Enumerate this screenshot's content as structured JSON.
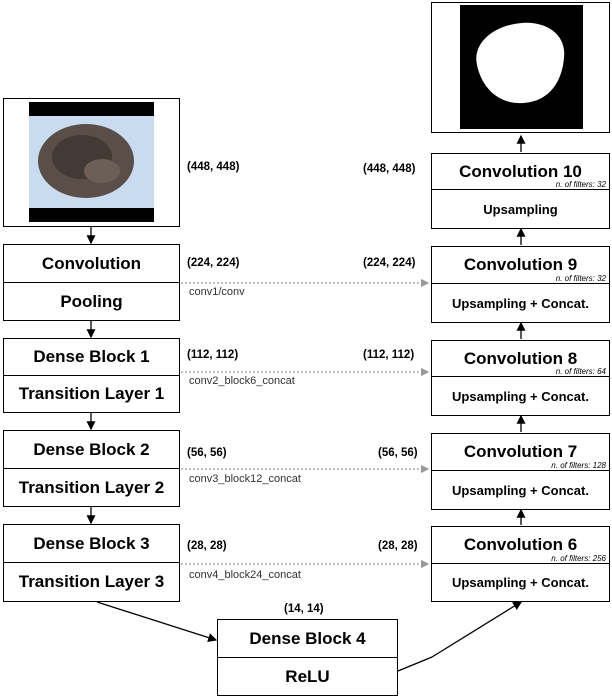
{
  "encoder": {
    "conv": "Convolution",
    "pool": "Pooling",
    "db1": "Dense Block 1",
    "tl1": "Transition Layer 1",
    "db2": "Dense Block 2",
    "tl2": "Transition Layer 2",
    "db3": "Dense Block 3",
    "tl3": "Transition Layer 3"
  },
  "bottleneck": {
    "db4": "Dense Block 4",
    "relu": "ReLU",
    "dim": "(14, 14)"
  },
  "decoder": {
    "conv10": "Convolution 10",
    "conv10_filters": "n. of filters: 32",
    "up10": "Upsampling",
    "conv9": "Convolution 9",
    "conv9_filters": "n. of filters: 32",
    "up9": "Upsampling + Concat.",
    "conv8": "Convolution 8",
    "conv8_filters": "n. of filters: 64",
    "up8": "Upsampling + Concat.",
    "conv7": "Convolution 7",
    "conv7_filters": "n. of filters: 128",
    "up7": "Upsampling + Concat.",
    "conv6": "Convolution 6",
    "conv6_filters": "n. of filters: 256",
    "up6": "Upsampling + Concat."
  },
  "dims": {
    "l448": "(448, 448)",
    "r448": "(448, 448)",
    "l224": "(224, 224)",
    "r224": "(224, 224)",
    "l112": "(112, 112)",
    "r112": "(112, 112)",
    "l56": "(56, 56)",
    "r56": "(56, 56)",
    "l28": "(28, 28)",
    "r28": "(28, 28)"
  },
  "skips": {
    "s1": "conv1/conv",
    "s2": "conv2_block6_concat",
    "s3": "conv3_block12_concat",
    "s4": "conv4_block24_concat"
  },
  "colors": {
    "lesion_bg": "#c9dcef",
    "lesion": "#5a4e48",
    "mask_bg": "#000000",
    "mask": "#ffffff",
    "skip_line": "#999999"
  }
}
